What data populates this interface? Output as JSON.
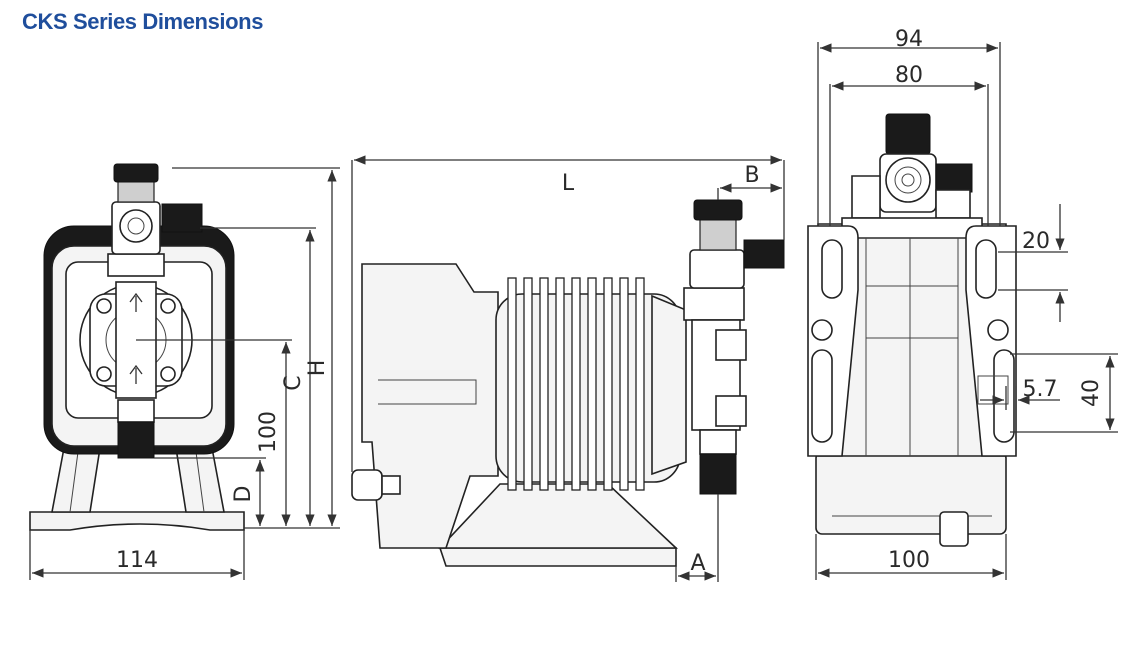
{
  "title": "CKS Series Dimensions",
  "colors": {
    "title": "#1f4e9c",
    "line": "#333333",
    "dark_part": "#1a1a1a"
  },
  "dimensions": {
    "front_width": "114",
    "front_height_100": "100",
    "front_c": "C",
    "front_h": "H",
    "front_d": "D",
    "side_l": "L",
    "side_b": "B",
    "side_a": "A",
    "back_94": "94",
    "back_80": "80",
    "back_20": "20",
    "back_5_7": "5.7",
    "back_40": "40",
    "back_100": "100"
  }
}
